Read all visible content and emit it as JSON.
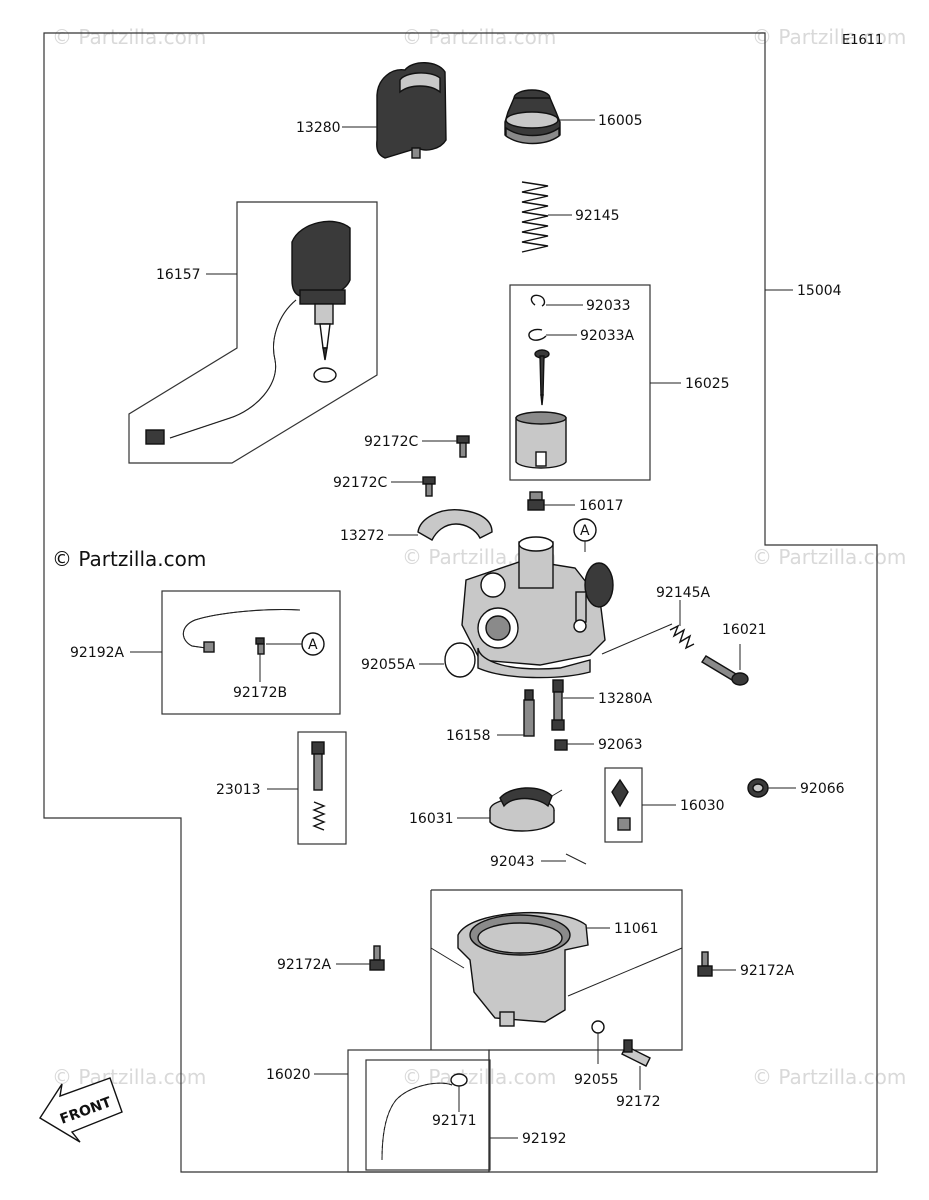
{
  "diagram_code": "E1611",
  "brand_label": "© Partzilla.com",
  "watermark_text": "© Partzilla.com",
  "front_label": "FRONT",
  "callout_a": "A",
  "parts": {
    "p13280": "13280",
    "p16005": "16005",
    "p92145": "92145",
    "p15004": "15004",
    "p16157": "16157",
    "p92033": "92033",
    "p92033A": "92033A",
    "p16025": "16025",
    "p92172C_1": "92172C",
    "p92172C_2": "92172C",
    "p16017": "16017",
    "p13272": "13272",
    "p92145A": "92145A",
    "p16021": "16021",
    "p92192A": "92192A",
    "p92172B": "92172B",
    "p92055A": "92055A",
    "p13280A": "13280A",
    "p16158": "16158",
    "p92063": "92063",
    "p23013": "23013",
    "p92066": "92066",
    "p16030": "16030",
    "p16031": "16031",
    "p92043": "92043",
    "p11061": "11061",
    "p92172A_1": "92172A",
    "p92172A_2": "92172A",
    "p16020": "16020",
    "p92171": "92171",
    "p92055": "92055",
    "p92172": "92172",
    "p92192": "92192"
  }
}
